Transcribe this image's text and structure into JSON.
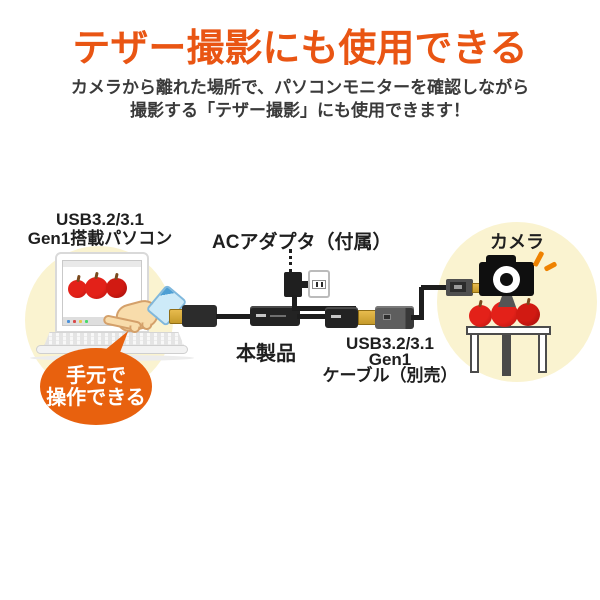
{
  "header": {
    "title": "テザー撮影にも使用できる",
    "subtitle_line1": "カメラから離れた場所で、パソコンモニターを確認しながら",
    "subtitle_line2": "撮影する「テザー撮影」にも使用できます！"
  },
  "diagram": {
    "pc": {
      "label_line1": "USB3.2/3.1",
      "label_line2": "Gen1搭載パソコン"
    },
    "bubble": {
      "line1": "手元で",
      "line2": "操作できる"
    },
    "adapter": {
      "label": "ACアダプタ（付属）"
    },
    "product": {
      "label": "本製品"
    },
    "cable": {
      "label_line1": "USB3.2/3.1",
      "label_line2": "Gen1",
      "label_line3": "ケーブル（別売）"
    },
    "camera": {
      "label": "カメラ"
    }
  },
  "colors": {
    "title_orange": "#e95513",
    "bubble_orange": "#e8610e",
    "highlight_yellow": "#faf3d0",
    "apple_red": "#e32119",
    "apple_red_dark": "#b5120e",
    "text_black": "#1f1f1f",
    "subtitle_gray": "#3a3a3a",
    "cable_black": "#1d1d1d",
    "flash_orange": "#ef8200"
  }
}
